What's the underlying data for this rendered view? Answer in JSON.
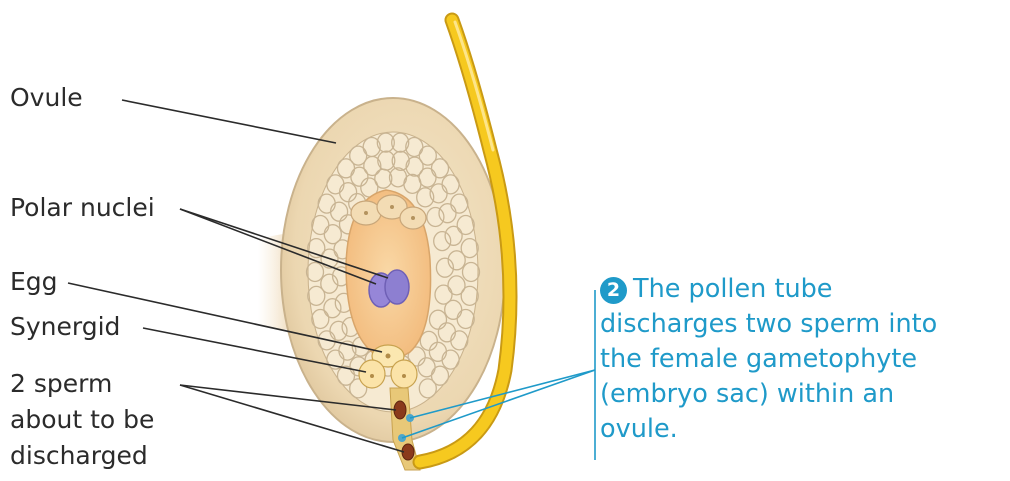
{
  "labels": {
    "ovule": "Ovule",
    "polar_nuclei": "Polar nuclei",
    "egg": "Egg",
    "synergid": "Synergid",
    "sperm_line1": "2 sperm",
    "sperm_line2": "about to be",
    "sperm_line3": "discharged"
  },
  "caption": {
    "step_number": "2",
    "line1": "The pollen tube",
    "line2": "discharges two sperm into",
    "line3": "the female gametophyte",
    "line4": "(embryo sac) within an",
    "line5": "ovule."
  },
  "colors": {
    "ovule_fill": "#f0dfbf",
    "ovule_edge": "#c9b28c",
    "nucellus_fill": "#f6ead2",
    "embryo_sac_fill": "#f7c98f",
    "pollen_tube": "#f2c01e",
    "polar_nuclei": "#8d7fd1",
    "sperm": "#8a3a1c",
    "caption_accent": "#1f9ac9",
    "leader_lines": "#2b2b2b"
  }
}
